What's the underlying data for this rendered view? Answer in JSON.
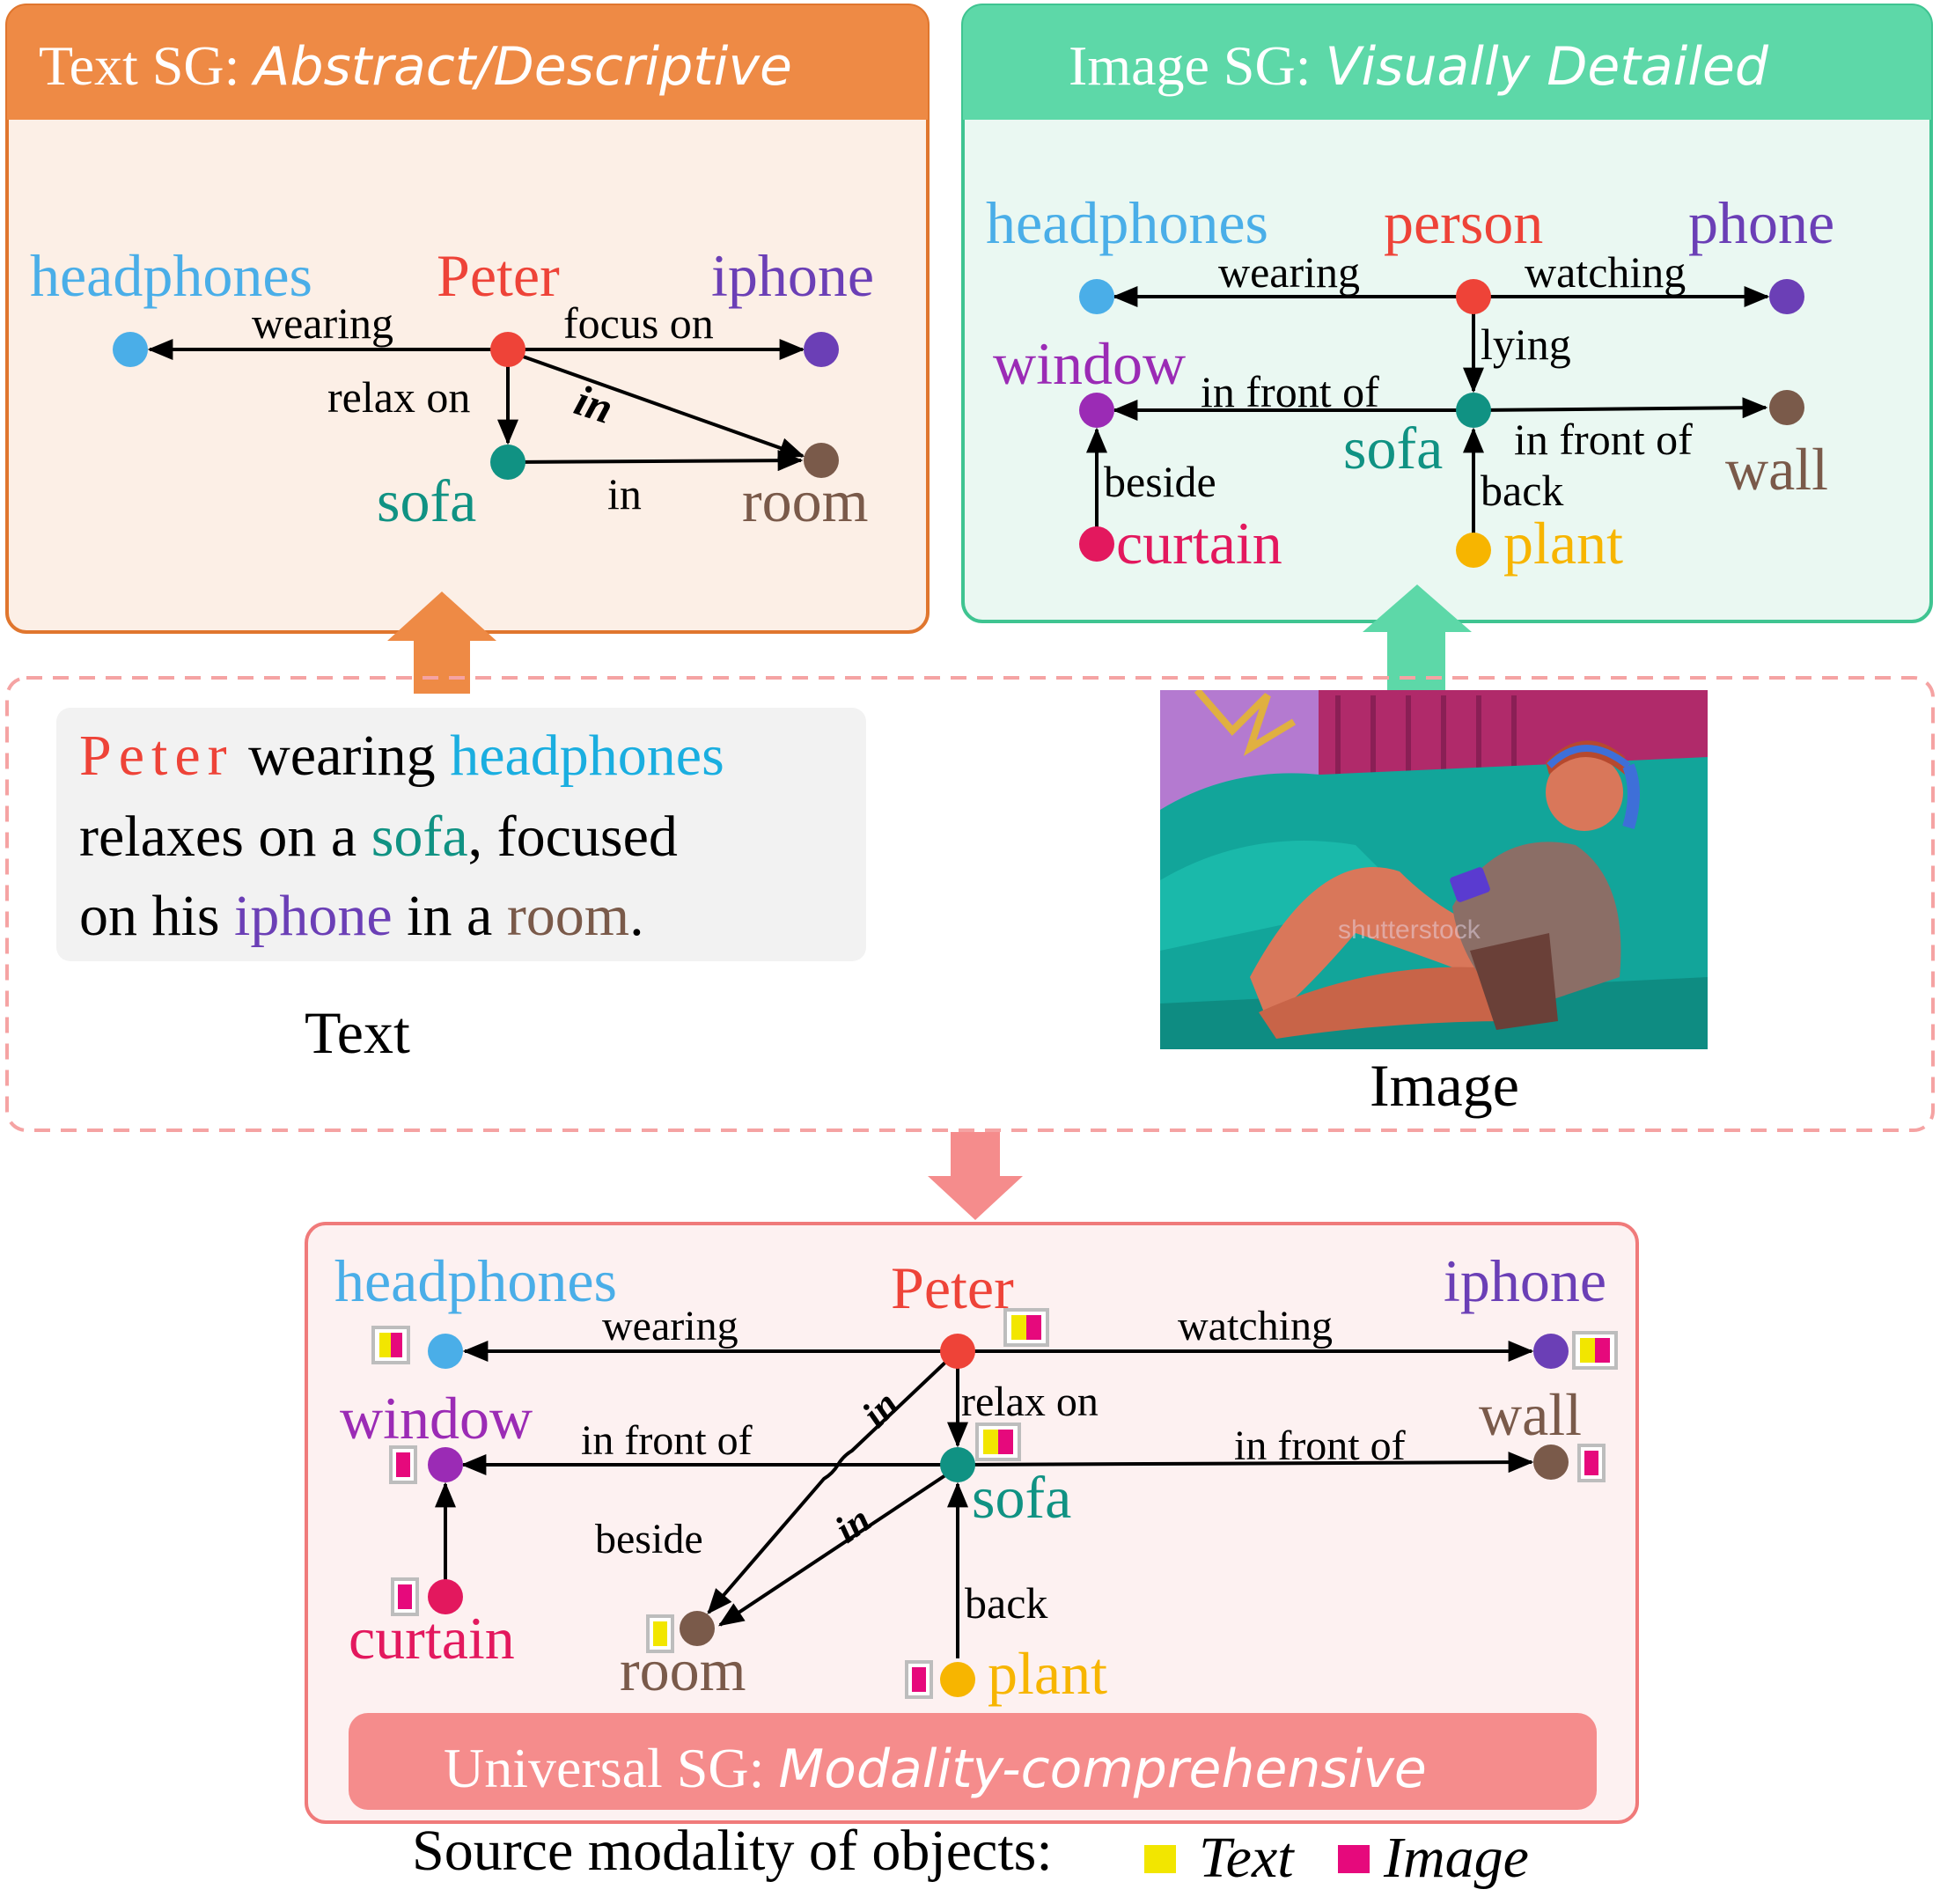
{
  "colors": {
    "orange": "#EE8A45",
    "orange_bg": "#FCEFE6",
    "orange_border": "#E0762E",
    "green": "#5DD8A8",
    "green_bg": "#EAF8F2",
    "green_border": "#3FC491",
    "pink": "#F58C8C",
    "pink_bg": "#FDF1F1",
    "pink_border": "#F07A7A",
    "dash": "#F5A3A3",
    "text_gray_bg": "#F2F2F2",
    "headphones": "#4AAEE8",
    "peter": "#EE4338",
    "iphone": "#6B3FB6",
    "sofa": "#109283",
    "room": "#7A5A4A",
    "window": "#9B2BB5",
    "wall": "#7A5A4A",
    "curtain": "#E3185E",
    "plant": "#F7B500",
    "text_marker": "#F2E600",
    "image_marker": "#E6097C",
    "marker_border": "#BDBDBD"
  },
  "text_sg": {
    "title_plain": "Text SG: ",
    "title_italic": "Abstract/Descriptive",
    "nodes": {
      "headphones": "headphones",
      "peter": "Peter",
      "iphone": "iphone",
      "sofa": "sofa",
      "room": "room"
    },
    "edges": {
      "wearing": "wearing",
      "focus_on": "focus on",
      "relax_on": "relax on",
      "in_diag": "in",
      "in_sofa_room": "in"
    }
  },
  "image_sg": {
    "title_plain": "Image SG: ",
    "title_italic": "Visually Detailed",
    "nodes": {
      "headphones": "headphones",
      "person": "person",
      "phone": "phone",
      "window": "window",
      "sofa": "sofa",
      "wall": "wall",
      "curtain": "curtain",
      "plant": "plant"
    },
    "edges": {
      "wearing": "wearing",
      "watching": "watching",
      "lying": "lying",
      "in_front_of_window": "in front of",
      "in_front_of_wall": "in front of",
      "beside": "beside",
      "back": "back"
    }
  },
  "input": {
    "sentence": {
      "peter": "Peter",
      "wearing": " wearing ",
      "headphones": "headphones",
      "relaxes": "relaxes on a ",
      "sofa": "sofa",
      "focused": ", focused",
      "on_his": "on his ",
      "iphone": "iphone",
      "in_a": " in a ",
      "room": "room",
      "period": "."
    },
    "text_label": "Text",
    "image_label": "Image",
    "watermark": "shutterstock"
  },
  "universal_sg": {
    "title_plain": "Universal SG: ",
    "title_italic": "Modality-comprehensive",
    "nodes": {
      "headphones": "headphones",
      "peter": "Peter",
      "iphone": "iphone",
      "window": "window",
      "sofa": "sofa",
      "wall": "wall",
      "curtain": "curtain",
      "room": "room",
      "plant": "plant"
    },
    "edges": {
      "wearing": "wearing",
      "watching": "watching",
      "relax_on": "relax on",
      "in_upper": "in",
      "in_lower": "in",
      "in_front_of_window": "in front of",
      "in_front_of_wall": "in front of",
      "beside": "beside",
      "back": "back"
    }
  },
  "legend": {
    "label": "Source modality of objects:",
    "text": "Text",
    "image": "Image"
  }
}
